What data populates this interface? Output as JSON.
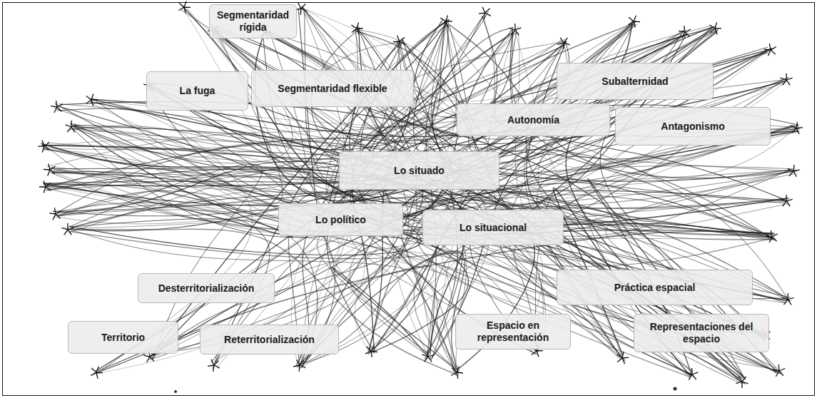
{
  "diagram": {
    "nodes": [
      {
        "text": [
          "Segmentaridad rígida"
        ]
      },
      {
        "text": [
          "Subalternidad"
        ]
      },
      {
        "text": [
          "La fuga"
        ]
      },
      {
        "text": [
          "Segmentaridad flexible"
        ]
      },
      {
        "text": [
          "Autonomía"
        ]
      },
      {
        "text": [
          "Antagonismo"
        ]
      },
      {
        "text": [
          "Lo situado"
        ]
      },
      {
        "text": [
          "Lo político"
        ]
      },
      {
        "text": [
          "Lo situacional"
        ]
      },
      {
        "text": [
          "Práctica espacial"
        ]
      },
      {
        "text": [
          "Desterritorialización"
        ]
      },
      {
        "text": [
          "Territorio"
        ]
      },
      {
        "text": [
          "Reterritorialización"
        ]
      },
      {
        "text": [
          "Espacio en representación"
        ]
      },
      {
        "text": [
          "Representaciones del espacio"
        ]
      }
    ]
  }
}
